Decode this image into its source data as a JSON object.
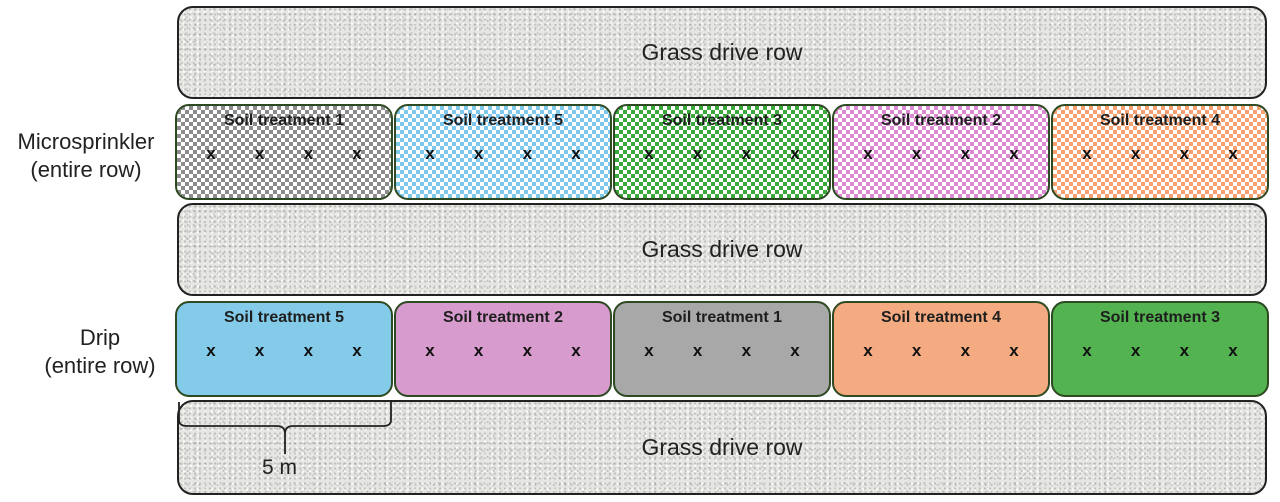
{
  "grass_label": "Grass drive row",
  "rows": [
    {
      "label_line1": "Microsprinkler",
      "label_line2": "(entire row)",
      "plots": [
        {
          "title": "Soil treatment 1",
          "color": "#8c8c8c",
          "pattern": "checker"
        },
        {
          "title": "Soil treatment 5",
          "color": "#7ec8ee",
          "pattern": "checker"
        },
        {
          "title": "Soil treatment 3",
          "color": "#3aa83a",
          "pattern": "checker"
        },
        {
          "title": "Soil treatment 2",
          "color": "#d98ad1",
          "pattern": "checker"
        },
        {
          "title": "Soil treatment 4",
          "color": "#f4a070",
          "pattern": "checker"
        }
      ]
    },
    {
      "label_line1": "Drip",
      "label_line2": "(entire row)",
      "plots": [
        {
          "title": "Soil treatment 5",
          "color": "#84cbe9",
          "pattern": "solid"
        },
        {
          "title": "Soil treatment 2",
          "color": "#d79bcd",
          "pattern": "solid"
        },
        {
          "title": "Soil treatment 1",
          "color": "#a8a8a8",
          "pattern": "solid"
        },
        {
          "title": "Soil treatment 4",
          "color": "#f4ab82",
          "pattern": "solid"
        },
        {
          "title": "Soil treatment 3",
          "color": "#53b351",
          "pattern": "solid"
        }
      ]
    }
  ],
  "mark": "x",
  "scale_label": "5 m"
}
